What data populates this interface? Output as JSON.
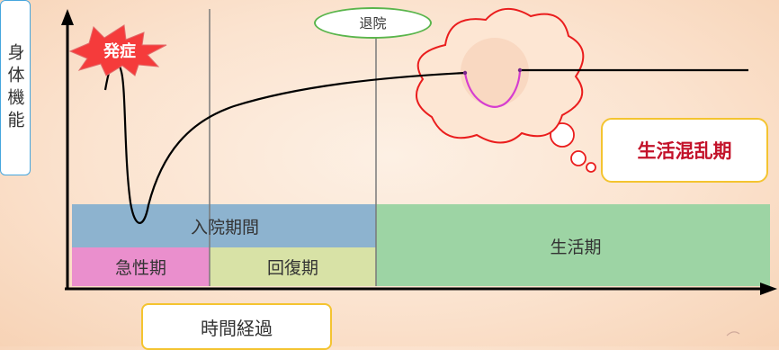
{
  "y_axis_label": "身体機能",
  "x_axis_label": "時間経過",
  "onset_label": "発症",
  "discharge_label": "退院",
  "life_chaos_label": "生活混乱期",
  "phases": {
    "hospitalization": "入院期間",
    "acute": "急性期",
    "recovery": "回復期",
    "life": "生活期"
  },
  "colors": {
    "hospitalization": "#8db3cf",
    "acute": "#ea8fcd",
    "recovery": "#d8e2a6",
    "life": "#9dd4a4",
    "burst": "#f53b3b",
    "cloud_stroke": "#ea1d1d",
    "curve_dip": "#d63dd0",
    "axis": "#000000"
  }
}
